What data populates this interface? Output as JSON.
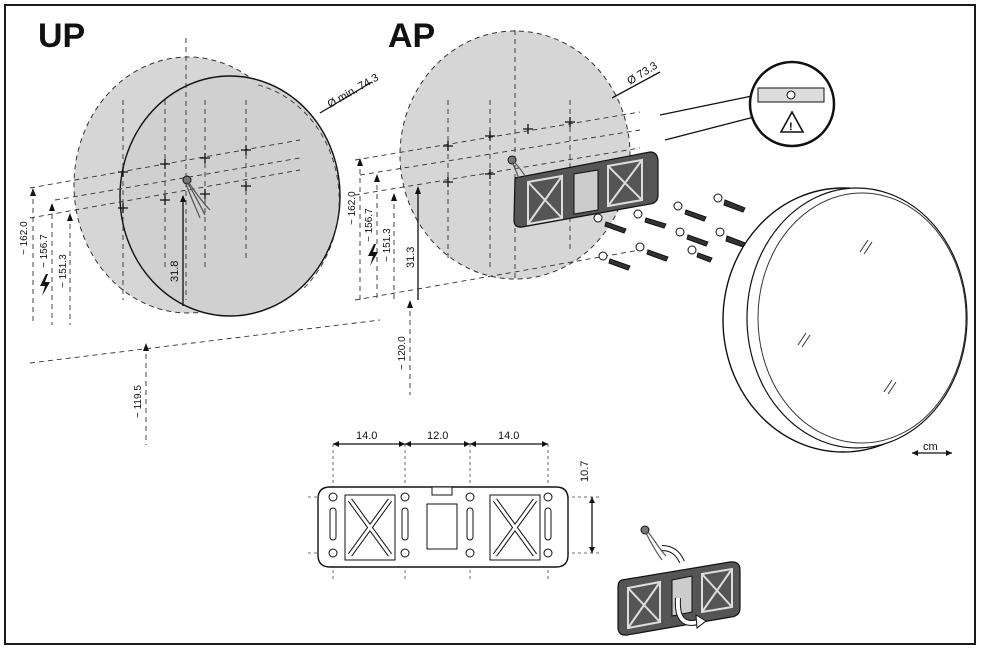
{
  "headings": {
    "flush_mount": "UP",
    "surface_mount": "AP"
  },
  "up": {
    "diameter": "Ø min. 74.3",
    "height_1": "~ 162.0",
    "height_2": "~ 156.7",
    "height_3": "~ 151.3",
    "cable_height": "31.8",
    "floor_offset": "~ 119.5"
  },
  "ap": {
    "diameter": "Ø 73.3",
    "height_1": "~ 162.0",
    "height_2": "~ 156.7",
    "height_3": "~ 151.3",
    "cable_height": "31.3",
    "floor_offset": "~ 120.0"
  },
  "plate": {
    "width_left": "14.0",
    "width_middle": "12.0",
    "width_right": "14.0",
    "height": "10.7"
  },
  "units": "cm",
  "icons": [
    "electric-warning-icon",
    "spirit-level-icon",
    "caution-triangle-icon",
    "hand-turn-arrow-icon"
  ]
}
